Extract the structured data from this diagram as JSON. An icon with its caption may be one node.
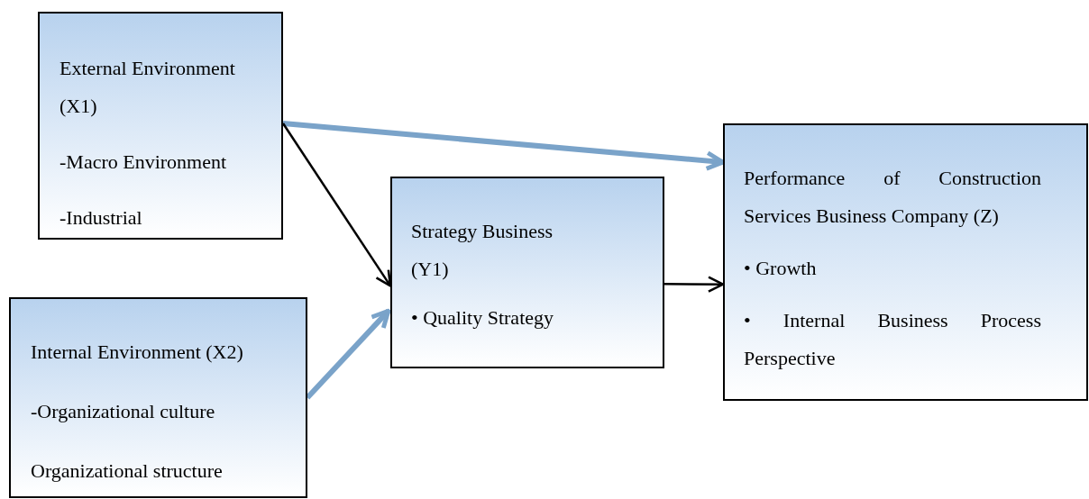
{
  "diagram": {
    "nodes": [
      {
        "text": [
          "External Environment (X1)",
          "-Macro Environment",
          "-Industrial"
        ]
      },
      {
        "text": [
          "Internal Environment (X2)",
          "-Organizational culture",
          "Organizational structure"
        ]
      },
      {
        "text": [
          "Strategy Business (Y1)",
          "• Quality Strategy"
        ]
      },
      {
        "text": [
          "Performance of Construction Services Business Company (Z)",
          "• Growth",
          "• Internal Business Process Perspective"
        ]
      }
    ],
    "edges": [
      {
        "from": 0,
        "to": 3,
        "arrow": "to",
        "style": "thick",
        "color": "#7aa3c9"
      },
      {
        "from": 0,
        "to": 2,
        "arrow": "to",
        "color": "#000000"
      },
      {
        "from": 1,
        "to": 2,
        "arrow": "to",
        "style": "thick",
        "color": "#7aa3c9"
      },
      {
        "from": 2,
        "to": 3,
        "arrow": "to",
        "color": "#000000"
      }
    ]
  }
}
